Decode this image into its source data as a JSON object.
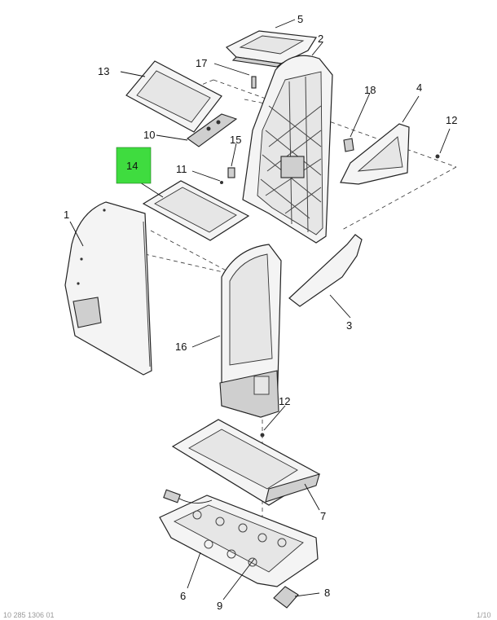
{
  "callouts": {
    "c1": "1",
    "c2": "2",
    "c3": "3",
    "c4": "4",
    "c5": "5",
    "c6": "6",
    "c7": "7",
    "c8": "8",
    "c9": "9",
    "c10": "10",
    "c11": "11",
    "c12a": "12",
    "c12b": "12",
    "c13": "13",
    "c14": "14",
    "c15": "15",
    "c16": "16",
    "c17": "17",
    "c18": "18"
  },
  "highlight_color": "#3fdc3f",
  "footer": {
    "left": "10 285 1306 01",
    "right": "1/10"
  }
}
